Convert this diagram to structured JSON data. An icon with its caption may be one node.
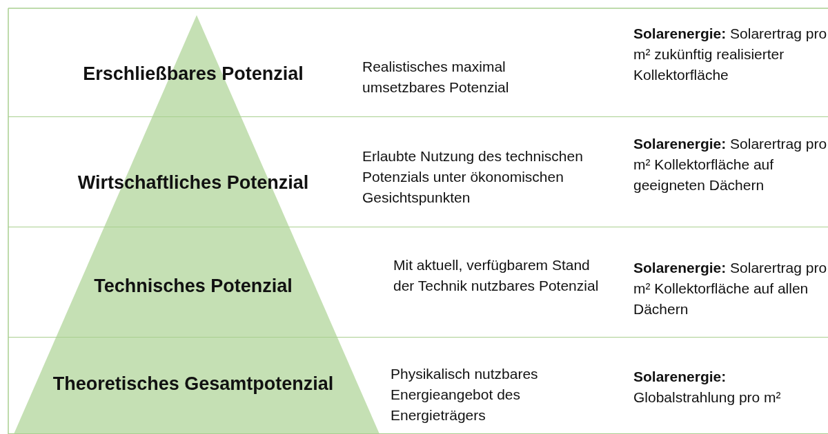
{
  "diagram": {
    "nodes": [
      {
        "text": [
          "Erschließbares Potenzial",
          "Realistisches maximal umsetzbares Potenzial",
          "**Solarenergie:** Solarertrag pro m² zukünftig realisierter Kollektorfläche"
        ]
      },
      {
        "text": [
          "Wirtschaftliches Potenzial",
          "Erlaubte Nutzung des technischen Potenzials unter ökonomischen Gesichtspunkten",
          "**Solarenergie:** Solarertrag pro m² Kollektorfläche auf geeigneten Dächern"
        ]
      },
      {
        "text": [
          "Technisches Potenzial",
          "Mit aktuell, verfügbarem Stand der Technik nutzbares Potenzial",
          "**Solarenergie:** Solarertrag pro m² Kollektorfläche auf allen Dächern"
        ]
      },
      {
        "text": [
          "Theoretisches Gesamtpotenzial",
          "Physikalisch nutzbares Energieangebot des Energieträgers",
          "**Solarenergie:** Globalstrahlung pro m²"
        ]
      }
    ],
    "edges": []
  }
}
